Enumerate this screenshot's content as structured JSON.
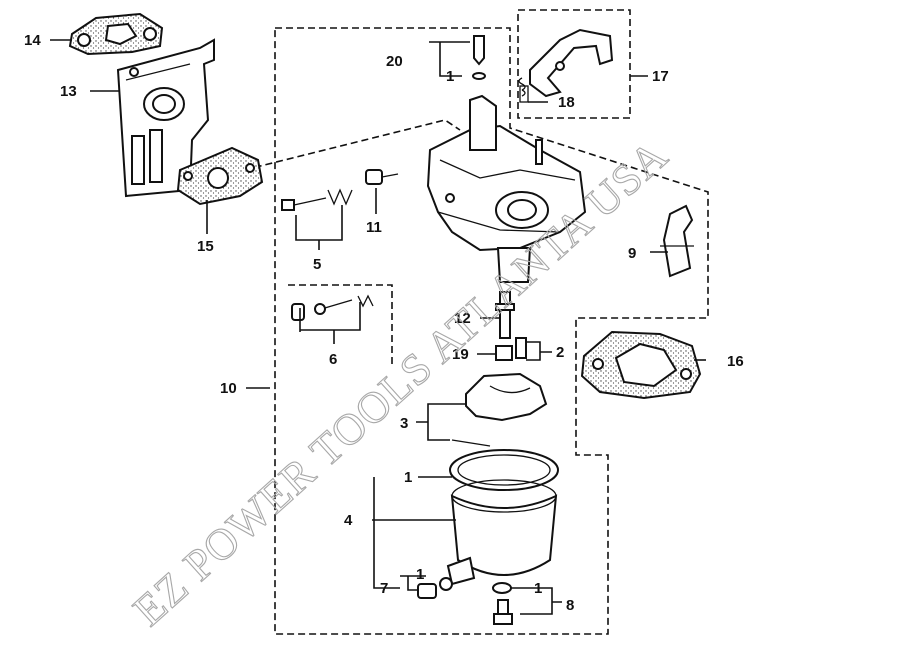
{
  "watermark": "EZ POWER TOOLS ATLANTA USA",
  "callouts": {
    "c1a": "1",
    "c1b": "1",
    "c1c": "1",
    "c1d": "1",
    "c2": "2",
    "c3": "3",
    "c4": "4",
    "c5": "5",
    "c6": "6",
    "c7": "7",
    "c8": "8",
    "c9": "9",
    "c10": "10",
    "c11": "11",
    "c12": "12",
    "c13": "13",
    "c14": "14",
    "c15": "15",
    "c16": "16",
    "c17": "17",
    "c18": "18",
    "c19": "19",
    "c20": "20"
  }
}
